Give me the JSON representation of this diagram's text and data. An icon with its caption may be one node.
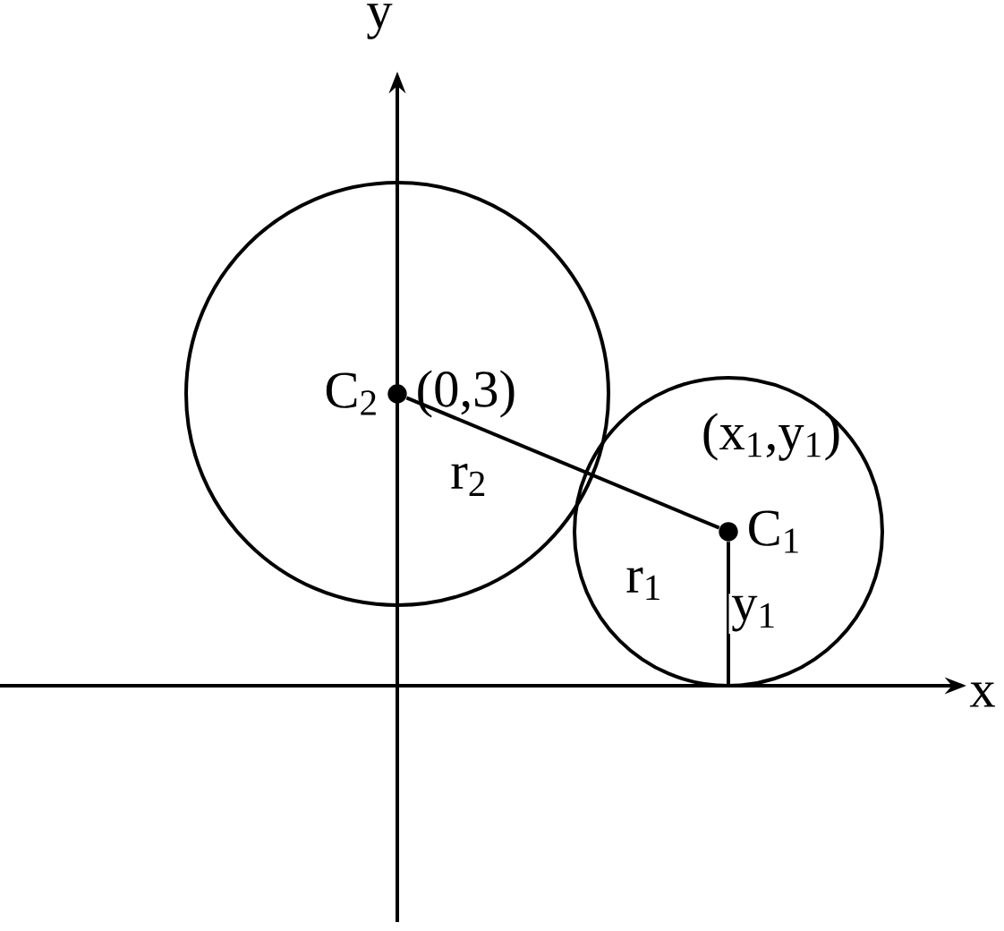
{
  "diagram": {
    "nodes": [
      {
        "text": [
          "C$_{2}$",
          "(0,3)"
        ]
      },
      {
        "text": [
          "(x$_{1}$,y$_{1}$)",
          "C$_{1}$"
        ]
      }
    ],
    "edges": [
      {
        "from": 0,
        "to": 1,
        "arrow": "none"
      },
      {
        "from": 1,
        "to": null,
        "arrow": "none",
        "label": "y$_{1}$"
      }
    ],
    "labels": [
      "y",
      "x",
      "r$_{2}$",
      "r$_{1}$"
    ]
  }
}
